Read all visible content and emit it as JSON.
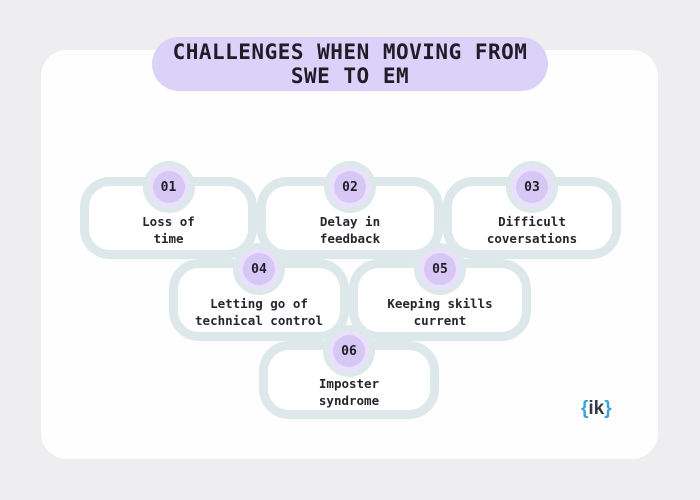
{
  "page": {
    "background_color": "#eeedf0",
    "card_color": "#fefefe"
  },
  "title": {
    "line1": "CHALLENGES WHEN MOVING FROM",
    "line2": "SWE TO EM",
    "pill_color": "#dcd1f8",
    "text_color": "#1f1e28"
  },
  "boxes": [
    {
      "number": "01",
      "line1": "Loss of",
      "line2": "time"
    },
    {
      "number": "02",
      "line1": "Delay in",
      "line2": "feedback"
    },
    {
      "number": "03",
      "line1": "Difficult",
      "line2": "coversations"
    },
    {
      "number": "04",
      "line1": "Letting go of",
      "line2": "technical control"
    },
    {
      "number": "05",
      "line1": "Keeping skills",
      "line2": "current"
    },
    {
      "number": "06",
      "line1": "Imposter",
      "line2": "syndrome"
    }
  ],
  "logo": {
    "open_brace": "{",
    "text": "ik",
    "close_brace": "}",
    "brace_color": "#3ba2d9",
    "text_color": "#333b49"
  },
  "colors": {
    "box_border": "#dce8ea",
    "box_fill": "#ffffff",
    "badge_fill": "#d6c7f4",
    "badge_halo": "#e9e1fb",
    "box_text": "#26262e"
  }
}
